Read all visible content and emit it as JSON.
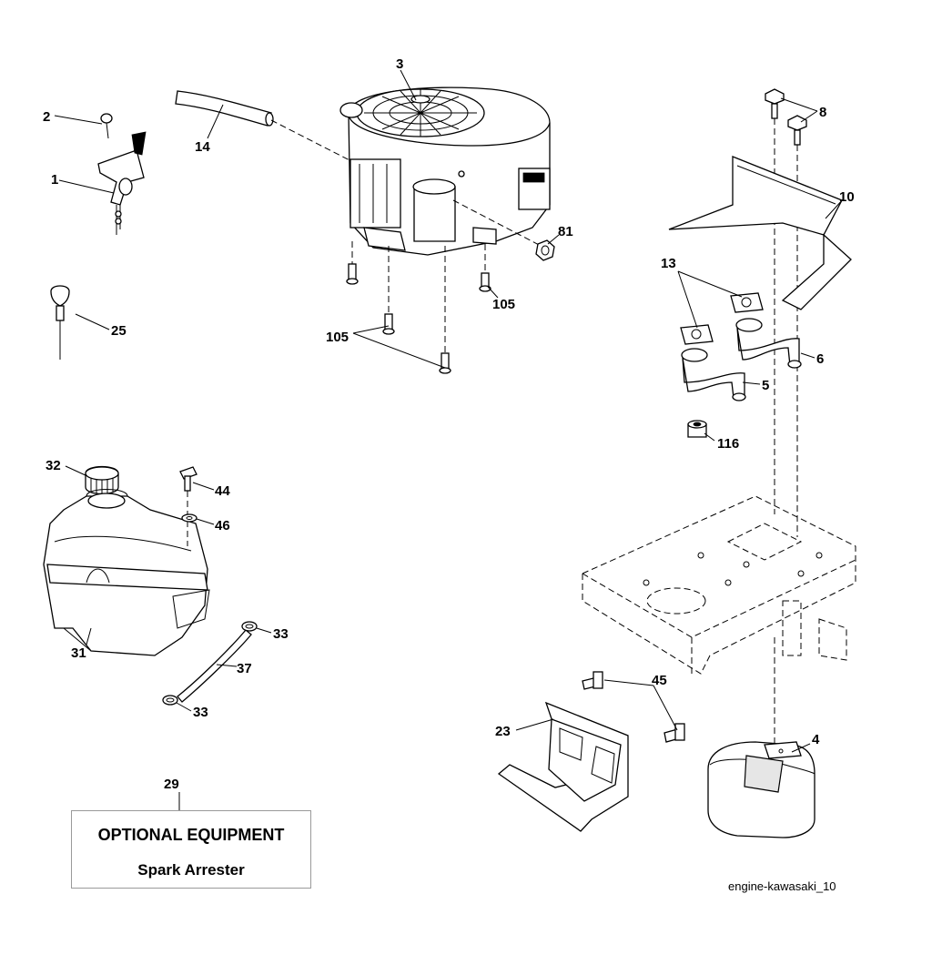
{
  "diagram_id": "engine-kawasaki_10",
  "optional_box": {
    "title": "OPTIONAL EQUIPMENT",
    "subtitle": "Spark Arrester"
  },
  "callouts": {
    "c1": "1",
    "c2": "2",
    "c3": "3",
    "c4": "4",
    "c5": "5",
    "c6": "6",
    "c8": "8",
    "c10": "10",
    "c13": "13",
    "c14": "14",
    "c23": "23",
    "c25": "25",
    "c29": "29",
    "c31": "31",
    "c32": "32",
    "c33a": "33",
    "c33b": "33",
    "c37": "37",
    "c44": "44",
    "c45": "45",
    "c46": "46",
    "c81": "81",
    "c105a": "105",
    "c105b": "105",
    "c116": "116"
  }
}
